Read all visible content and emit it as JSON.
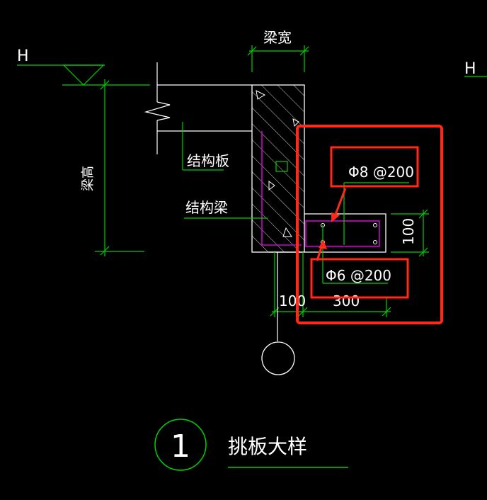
{
  "colors": {
    "background": "#000000",
    "white": "#ffffff",
    "green": "#00d000",
    "magenta": "#d000d0",
    "red": "#ff2a1a"
  },
  "labels": {
    "h_left": "H",
    "h_right": "H",
    "beam_width": "梁宽",
    "beam_height": "梁高",
    "structural_slab": "结构板",
    "structural_beam": "结构梁",
    "rebar_top": "Φ8 @200",
    "rebar_bottom": "Φ6 @200",
    "dim_100_vertical": "100",
    "dim_100_horizontal": "100",
    "dim_300": "300",
    "detail_number": "1",
    "detail_title": "挑板大样"
  }
}
